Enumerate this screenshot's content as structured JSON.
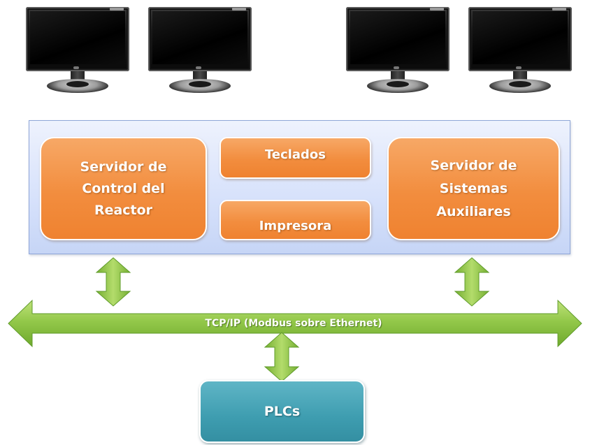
{
  "colors": {
    "server_box": "#f28d3e",
    "panel_bg": "#d6e1fb",
    "panel_border": "#8fa6d8",
    "arrow_green": "#8dc43f",
    "plc_box": "#3e9db0"
  },
  "monitors": [
    "monitor-icon",
    "monitor-icon",
    "monitor-icon",
    "monitor-icon"
  ],
  "servers": {
    "reactor": {
      "line1": "Servidor de",
      "line2": "Control del",
      "line3": "Reactor"
    },
    "auxiliary": {
      "line1": "Servidor de",
      "line2": "Sistemas",
      "line3": "Auxiliares"
    }
  },
  "peripherals": {
    "keyboards": "Teclados",
    "printer": "Impresora"
  },
  "bus": {
    "label": "TCP/IP (Modbus sobre Ethernet)"
  },
  "plcs": {
    "label": "PLCs"
  }
}
